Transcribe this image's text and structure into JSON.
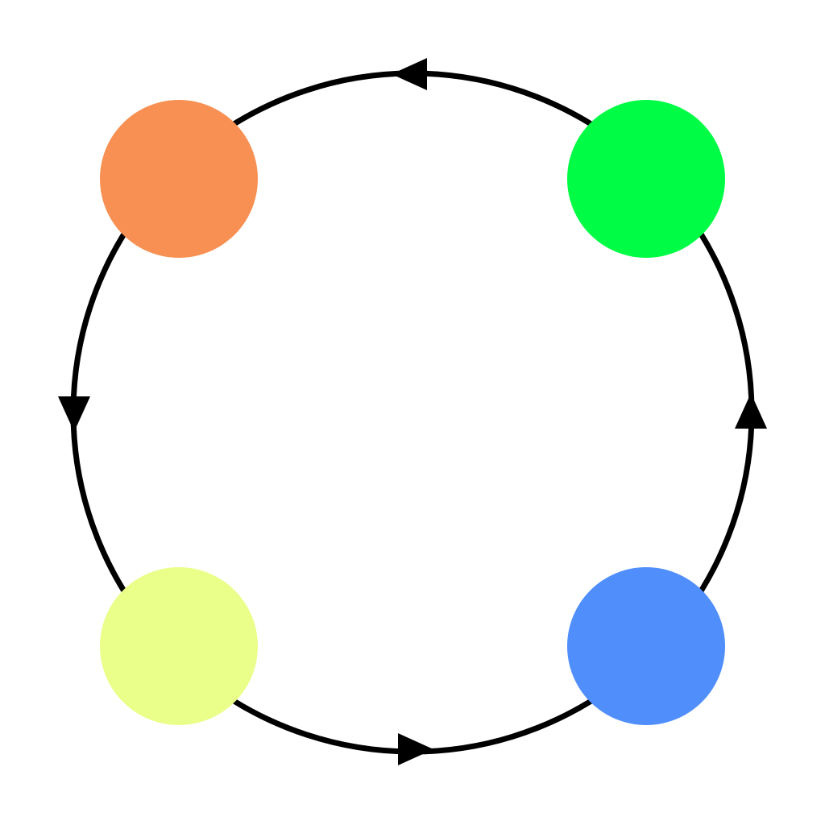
{
  "diagram": {
    "type": "cycle",
    "direction": "counterclockwise",
    "edge_color": "#000000",
    "background": "#ffffff",
    "nodes": [
      {
        "id": "top-left",
        "color": "#F79052"
      },
      {
        "id": "bottom-left",
        "color": "#EAFE8A"
      },
      {
        "id": "bottom-right",
        "color": "#508EFC"
      },
      {
        "id": "top-right",
        "color": "#00FC44"
      }
    ],
    "edges": [
      {
        "from": "top-left",
        "to": "bottom-left"
      },
      {
        "from": "bottom-left",
        "to": "bottom-right"
      },
      {
        "from": "bottom-right",
        "to": "top-right"
      },
      {
        "from": "top-right",
        "to": "top-left"
      }
    ]
  }
}
